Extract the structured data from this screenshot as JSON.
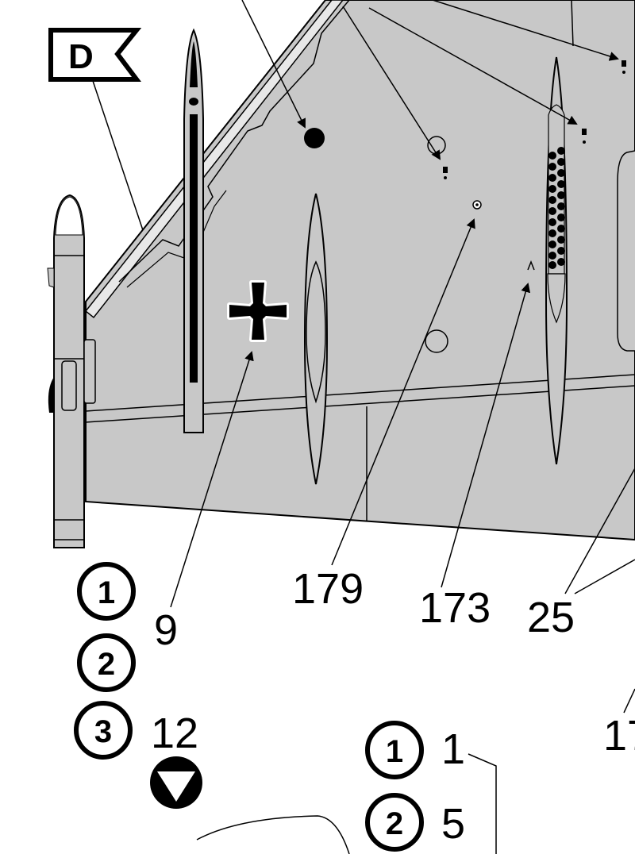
{
  "flag_marker": {
    "letter": "D"
  },
  "callouts": {
    "c9": "9",
    "c179": "179",
    "c173": "173",
    "c25": "25",
    "c12": "12",
    "c17_partial": "17",
    "c1": "1",
    "c5": "5"
  },
  "steps_left": [
    "1",
    "2",
    "3"
  ],
  "steps_right": [
    "1",
    "2"
  ],
  "icons": {
    "national_insignia": "iron-cross-icon",
    "stencil": "inverted-triangle-circle-icon"
  },
  "colors": {
    "wing_fill": "#c8c8c8",
    "outline": "#000000",
    "background": "#ffffff"
  }
}
